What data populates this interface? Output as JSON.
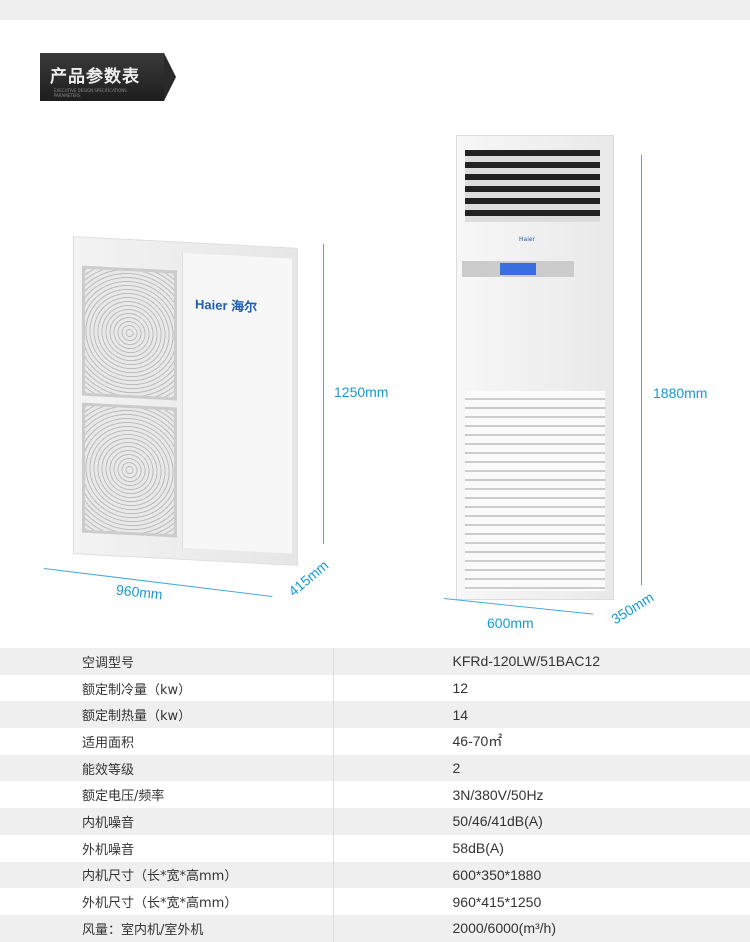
{
  "header": {
    "title": "产品参数表",
    "subtitle": "EXECUTIVE DESIGN SPECIFICATIONS PARAMETERS"
  },
  "outdoor_unit": {
    "brand": "Haier 海尔",
    "height": "1250mm",
    "width": "960mm",
    "depth": "415mm"
  },
  "indoor_unit": {
    "brand": "Haier",
    "height": "1880mm",
    "width": "600mm",
    "depth": "350mm"
  },
  "dimension_color": "#1b97d3",
  "specs": [
    {
      "label": "空调型号",
      "value": "KFRd-120LW/51BAC12"
    },
    {
      "label": "额定制冷量（kw）",
      "value": "12"
    },
    {
      "label": "额定制热量（kw）",
      "value": "14"
    },
    {
      "label": "适用面积",
      "value": "46-70㎡"
    },
    {
      "label": "能效等级",
      "value": "2"
    },
    {
      "label": "额定电压/频率",
      "value": "3N/380V/50Hz"
    },
    {
      "label": "内机噪音",
      "value": "50/46/41dB(A)"
    },
    {
      "label": "外机噪音",
      "value": "58dB(A)"
    },
    {
      "label": "内机尺寸（长*宽*高mm）",
      "value": "600*350*1880"
    },
    {
      "label": "外机尺寸（长*宽*高mm）",
      "value": "960*415*1250"
    },
    {
      "label": "风量：室内机/室外机",
      "value": "2000/6000(m³/h)"
    }
  ]
}
